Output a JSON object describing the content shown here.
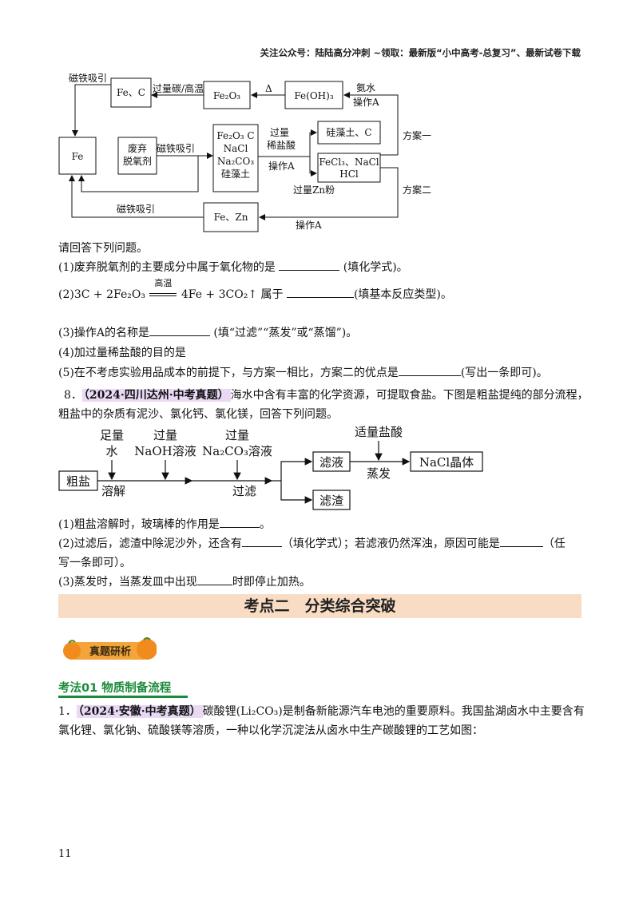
{
  "header": {
    "text": "关注公众号：陆陆高分冲刺  ~领取：最新版“小中高考-总复习”、最新试卷下载"
  },
  "diagram1": {
    "fe_c": "Fe、C",
    "fe2o3": "Fe₂O₃",
    "feoh3": "Fe(OH)₃",
    "fe": "Fe",
    "deoxidizer_1": "废弃",
    "deoxidizer_2": "脱氧剂",
    "mix_1": "Fe₂O₃ C",
    "mix_2": "NaCl",
    "mix_3": "Na₂CO₃",
    "mix_4": "硅藻土",
    "diatomite_c": "硅藻土、C",
    "fecl3_1": "FeCl₃、NaCl",
    "fecl3_2": "HCl",
    "fe_zn": "Fe、Zn",
    "lbl_magnet_top": "磁铁吸引",
    "lbl_excess_c": "过量碳/高温",
    "lbl_delta": "Δ",
    "lbl_ammonia": "氨水",
    "lbl_opA_top": "操作A",
    "lbl_magnet_mid": "磁铁吸引",
    "lbl_excess": "过量",
    "lbl_dilute_hcl": "稀盐酸",
    "lbl_opA_mid": "操作A",
    "lbl_excess_zn": "过量Zn粉",
    "lbl_plan1": "方案一",
    "lbl_plan2": "方案二",
    "lbl_magnet_bottom": "磁铁吸引",
    "lbl_opA_bottom": "操作A"
  },
  "q7": {
    "intro": "请回答下列问题。",
    "p1_a": "(1)废弃脱氧剂的主要成分中属于氧化物的是",
    "p1_b": "(填化学式)。",
    "p2_prefix": "(2)",
    "p2_eq_left": "3C + 2Fe₂O₃",
    "p2_condition": "高温",
    "p2_eq_right": "4Fe + 3CO₂↑",
    "p2_a": "属于",
    "p2_b": "(填基本反应类型)。",
    "p3_a": "(3)操作A的名称是",
    "p3_b": "(填“过滤”“蒸发”或“蒸馏”)。",
    "p4": "(4)加过量稀盐酸的目的是",
    "p5_a": "(5)在不考虑实验用品成本的前提下，与方案一相比，方案二的优点是",
    "p5_b": "(写出一条即可)。"
  },
  "q8": {
    "number": "8．",
    "tag": "（2024·四川达州·中考真题）",
    "line1": "海水中含有丰富的化学资源，可提取食盐。下图是粗盐提纯的部分流程，",
    "line2": "粗盐中的杂质有泥沙、氯化钙、氯化镁，回答下列问题。",
    "p1_a": "(1)粗盐溶解时，玻璃棒的作用是",
    "p1_b": "。",
    "p2_a": "(2)过滤后，滤渣中除泥沙外，还含有",
    "p2_b": "（填化学式）；若滤液仍然浑浊，原因可能是",
    "p2_c": "（任",
    "p2_d": "写一条即可）。",
    "p3_a": "(3)蒸发时，当蒸发皿中出现",
    "p3_b": "时即停止加热。"
  },
  "diagram2": {
    "crude_salt": "粗盐",
    "lbl_enough_1": "足量",
    "lbl_water": "水",
    "lbl_dissolve": "溶解",
    "lbl_excess_1": "过量",
    "lbl_naoh": "NaOH溶液",
    "lbl_excess_2": "过量",
    "lbl_na2co3": "Na₂CO₃溶液",
    "lbl_filter": "过滤",
    "filtrate": "滤液",
    "residue": "滤渣",
    "lbl_hcl": "适量盐酸",
    "lbl_evaporate": "蒸发",
    "nacl_crystal": "NaCl晶体"
  },
  "banner": {
    "text": "考点二　分类综合突破"
  },
  "badge": {
    "text": "真题研析"
  },
  "section": {
    "title": "考法01  物质制备流程"
  },
  "q1": {
    "number": "1．",
    "tag": "（2024·安徽·中考真题）",
    "line1": "碳酸锂(Li₂CO₃)是制备新能源汽车电池的重要原料。我国盐湖卤水中主要含有",
    "line2": "氯化锂、氯化钠、硫酸镁等溶质，一种以化学沉淀法从卤水中生产碳酸锂的工艺如图："
  },
  "page": {
    "number": "11"
  },
  "colors": {
    "banner_bg": "#f9dcc4",
    "section_green": "#1b8a3a",
    "tag_bg": "#ead9f5",
    "badge_orange": "#f08c1e"
  }
}
